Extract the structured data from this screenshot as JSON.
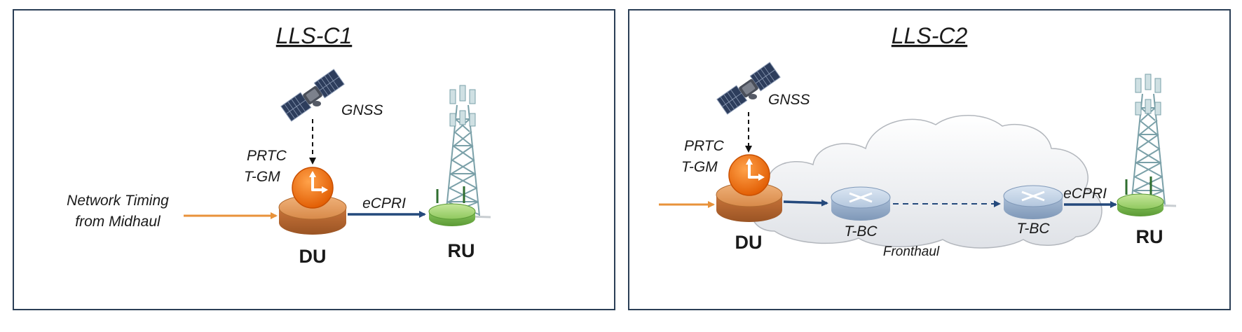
{
  "panel_left": {
    "title": "LLS-C1",
    "gnss": "GNSS",
    "prtc": "PRTC",
    "tgm": "T-GM",
    "network_line1": "Network Timing",
    "network_line2": "from Midhaul",
    "ecpri": "eCPRI",
    "du": "DU",
    "ru": "RU"
  },
  "panel_right": {
    "title": "LLS-C2",
    "gnss": "GNSS",
    "prtc": "PRTC",
    "tgm": "T-GM",
    "ecpri": "eCPRI",
    "du": "DU",
    "ru": "RU",
    "tbc1": "T-BC",
    "tbc2": "T-BC",
    "fronthaul": "Fronthaul"
  },
  "colors": {
    "border": "#2b3f56",
    "orange_link": "#e8923a",
    "blue_link": "#24497c",
    "du_body": "#c9743a",
    "clock": "#ef6a10",
    "ru_body": "#86c45a",
    "tbc_body": "#a9bdd6",
    "cloud": "#eef0f3"
  }
}
